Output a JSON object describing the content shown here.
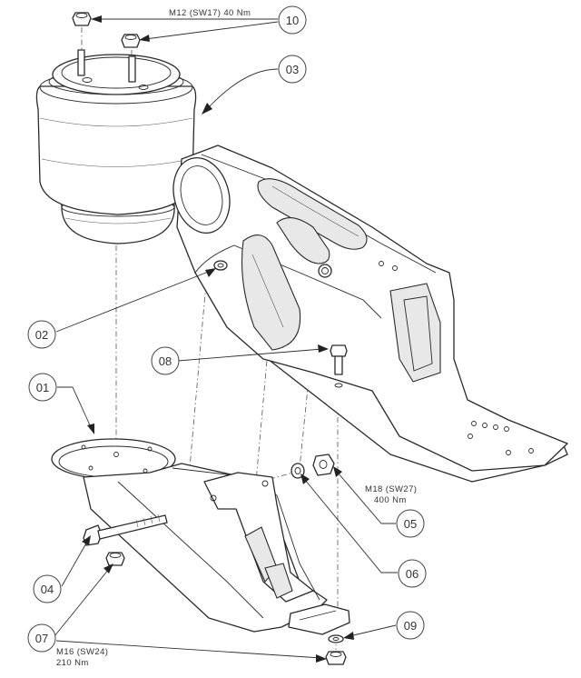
{
  "callouts": {
    "c01": "01",
    "c02": "02",
    "c03": "03",
    "c04": "04",
    "c05": "05",
    "c06": "06",
    "c07": "07",
    "c08": "08",
    "c09": "09",
    "c10": "10"
  },
  "specs": {
    "m12_spec": "M12 (SW17)  40 Nm",
    "m18_size": "M18 (SW27)",
    "m18_torque": "400 Nm",
    "m16_size": "M16 (SW24)",
    "m16_torque": "210 Nm"
  }
}
